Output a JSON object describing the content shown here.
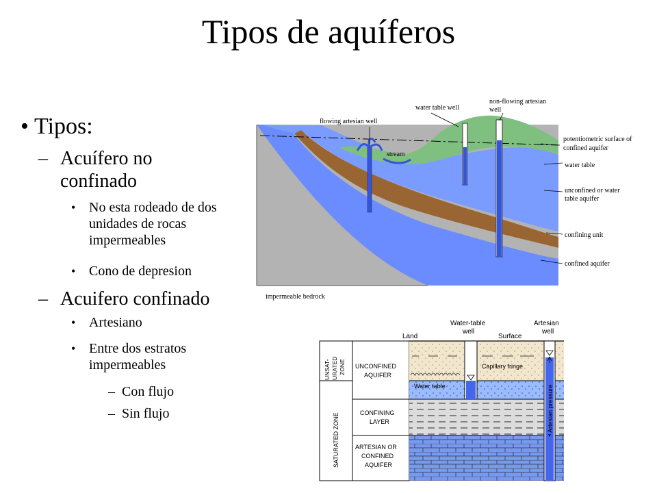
{
  "title": "Tipos de aquíferos",
  "outline": {
    "level1": "Tipos:",
    "unconfined": {
      "label": "Acuífero no confinado",
      "points": [
        "No esta rodeado de dos unidades de rocas impermeables",
        "Cono de depresion"
      ]
    },
    "confined": {
      "label": "Acuifero confinado",
      "points": [
        "Artesiano",
        "Entre dos estratos impermeables"
      ],
      "subpoints": [
        "Con flujo",
        "Sin flujo"
      ]
    }
  },
  "cross_section": {
    "labels": {
      "flowing_well": "flowing artesian well",
      "water_table_well": "water table well",
      "non_flowing_1": "non-flowing artesian",
      "non_flowing_2": "well",
      "stream": "stream",
      "potentiometric_1": "potentiometric surface of",
      "potentiometric_2": "confined aquifer",
      "water_table": "water table",
      "unconfined_1": "unconfined or water",
      "unconfined_2": "table aquifer",
      "confining_unit": "confining unit",
      "confined_aquifer": "confined aquifer",
      "bedrock": "impermeable bedrock"
    },
    "colors": {
      "land": "#7fbf7f",
      "aquifer": "#6b8cff",
      "confining": "#996633",
      "bedrock": "#b3b3b3",
      "well": "#3355dd"
    }
  },
  "column_diagram": {
    "labels": {
      "water_table_well_1": "Water-table",
      "water_table_well_2": "well",
      "artesian_well_1": "Artesian",
      "artesian_well_2": "well",
      "land": "Land",
      "surface": "Surface",
      "unsat_1": "UNSAT-",
      "unsat_2": "URATED",
      "unsat_3": "ZONE",
      "saturated": "SATURATED ZONE",
      "unconfined_1": "UNCONFINED",
      "unconfined_2": "AQUIFER",
      "capillary": "Capillary fringe",
      "water_table": "Water table",
      "confining_1": "CONFINING",
      "confining_2": "LAYER",
      "artesian_1": "ARTESIAN OR",
      "artesian_2": "CONFINED",
      "artesian_3": "AQUIFER",
      "pressure": "Artesian pressure"
    },
    "colors": {
      "unsat": "#f2e6cc",
      "water": "#99bbff",
      "confining": "#dcdcdc",
      "confined": "#7799ee"
    }
  }
}
